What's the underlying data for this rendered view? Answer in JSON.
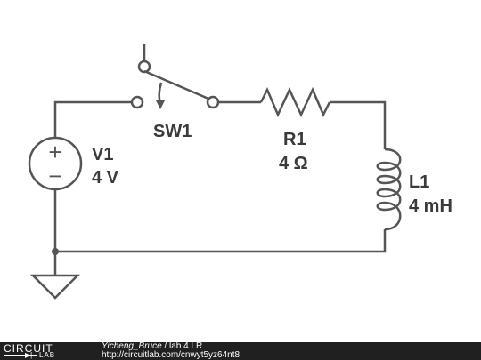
{
  "components": {
    "switch": {
      "name": "SW1"
    },
    "resistor": {
      "name": "R1",
      "value": "4 Ω"
    },
    "source": {
      "name": "V1",
      "value": "4 V",
      "plus": "+",
      "minus": "−"
    },
    "inductor": {
      "name": "L1",
      "value": "4 mH"
    }
  },
  "footer": {
    "logo_top": "CIRCUIT",
    "logo_bottom": "LAB",
    "author": "Yicheng_Bruce",
    "separator": " / ",
    "title": "lab 4 LR",
    "url": "http://circuitlab.com/cnwyt5yz64nt8"
  },
  "colors": {
    "wire": "#555555",
    "text": "#3a3a3a",
    "footer_bg": "#202020"
  }
}
